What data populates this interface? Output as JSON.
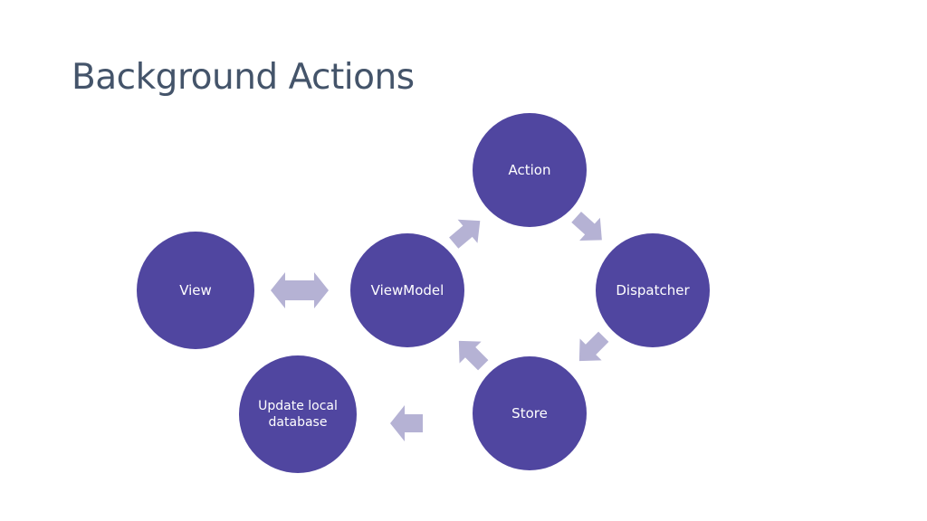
{
  "slide": {
    "title": "Background Actions"
  },
  "diagram": {
    "nodes": {
      "action": "Action",
      "dispatcher": "Dispatcher",
      "store": "Store",
      "viewmodel": "ViewModel",
      "view": "View",
      "update_local_database": "Update local database"
    }
  },
  "colors": {
    "node_fill": "#5046a0",
    "arrow_fill": "#b5b2d4",
    "title_text": "#44546a"
  }
}
